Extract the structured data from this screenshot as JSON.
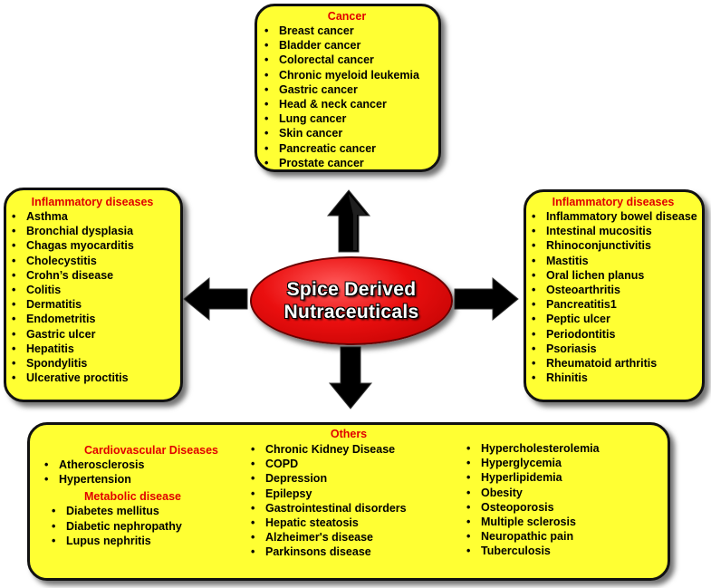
{
  "center": {
    "line1": "Spice Derived",
    "line2": "Nutraceuticals"
  },
  "cancer": {
    "title": "Cancer",
    "items": [
      "Breast cancer",
      "Bladder cancer",
      "Colorectal cancer",
      "Chronic myeloid leukemia",
      "Gastric cancer",
      "Head & neck cancer",
      "Lung cancer",
      "Skin cancer",
      "Pancreatic cancer",
      "Prostate cancer"
    ]
  },
  "inflammatory_left": {
    "title": "Inflammatory diseases",
    "items": [
      "Asthma",
      "Bronchial dysplasia",
      "Chagas myocarditis",
      "Cholecystitis",
      "Crohn’s disease",
      "Colitis",
      "Dermatitis",
      "Endometritis",
      "Gastric ulcer",
      "Hepatitis",
      "Spondylitis",
      "Ulcerative proctitis"
    ]
  },
  "inflammatory_right": {
    "title": "Inflammatory diseases",
    "items": [
      "Inflammatory bowel disease",
      "Intestinal mucositis",
      "Rhinoconjunctivitis",
      "Mastitis",
      "Oral lichen planus",
      "Osteoarthritis",
      "Pancreatitis1",
      "Peptic ulcer",
      "Periodontitis",
      "Psoriasis",
      "Rheumatoid arthritis",
      "Rhinitis"
    ]
  },
  "others": {
    "title": "Others",
    "cardiovascular": {
      "title": "Cardiovascular Diseases",
      "items": [
        "Atherosclerosis",
        "Hypertension"
      ]
    },
    "metabolic": {
      "title": "Metabolic disease",
      "items": [
        "Diabetes mellitus",
        "Diabetic nephropathy",
        "Lupus nephritis"
      ]
    },
    "col2": [
      "Chronic Kidney Disease",
      "COPD",
      "Depression",
      "Epilepsy",
      "Gastrointestinal disorders",
      "Hepatic steatosis",
      "Alzheimer's disease",
      "Parkinsons disease"
    ],
    "col3": [
      "Hypercholesterolemia",
      "Hyperglycemia",
      "Hyperlipidemia",
      "Obesity",
      "Osteoporosis",
      "Multiple sclerosis",
      "Neuropathic pain",
      "Tuberculosis"
    ]
  },
  "colors": {
    "box_fill": "#ffff33",
    "title_red": "#e00000",
    "oval_red": "#ea0f0f",
    "arrow": "#000000"
  }
}
